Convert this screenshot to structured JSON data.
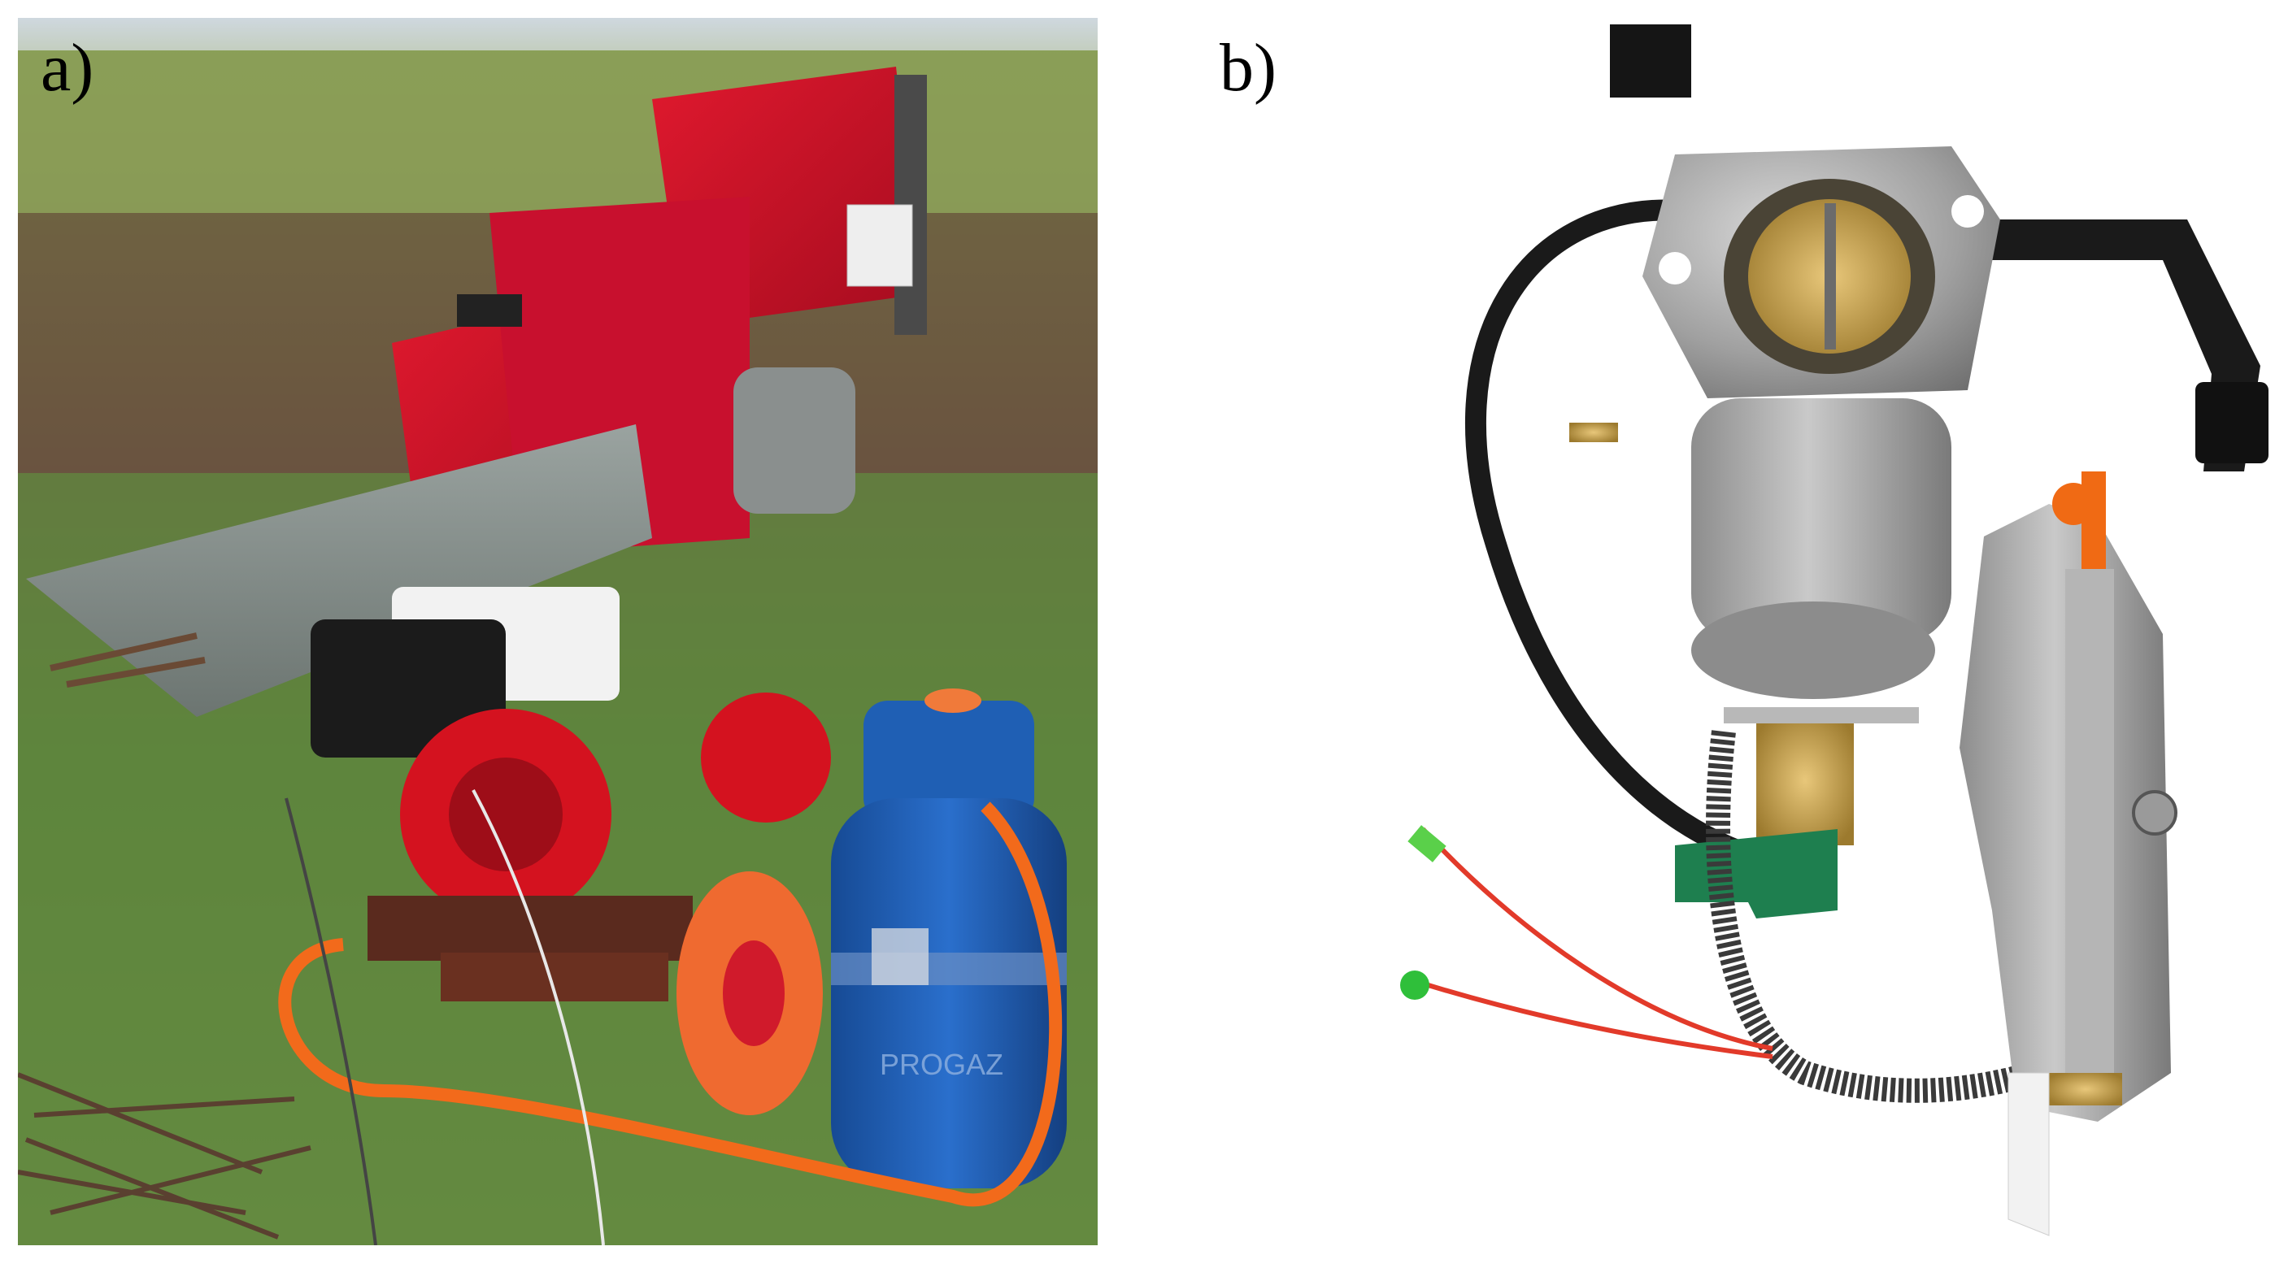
{
  "figure": {
    "panels": [
      {
        "label": "a)",
        "content": "photo-shredder-with-lpg-cylinder"
      },
      {
        "label": "b)",
        "content": "photo-dual-fuel-carburetor"
      }
    ]
  },
  "photo_a_text": {
    "cylinder_brand": "PROGAZ"
  },
  "colors": {
    "shredder_red": "#c8102e",
    "engine_red": "#d4121f",
    "cylinder_blue": "#1f5fb4",
    "hose_orange": "#f26a1b",
    "grass_green": "#5a7a3a",
    "carb_metal": "#a9a9a9",
    "hose_black": "#1a1a1a",
    "connector_green": "#1e7f4f",
    "valve_orange": "#f06a14",
    "wire_red": "#e23a2a"
  }
}
